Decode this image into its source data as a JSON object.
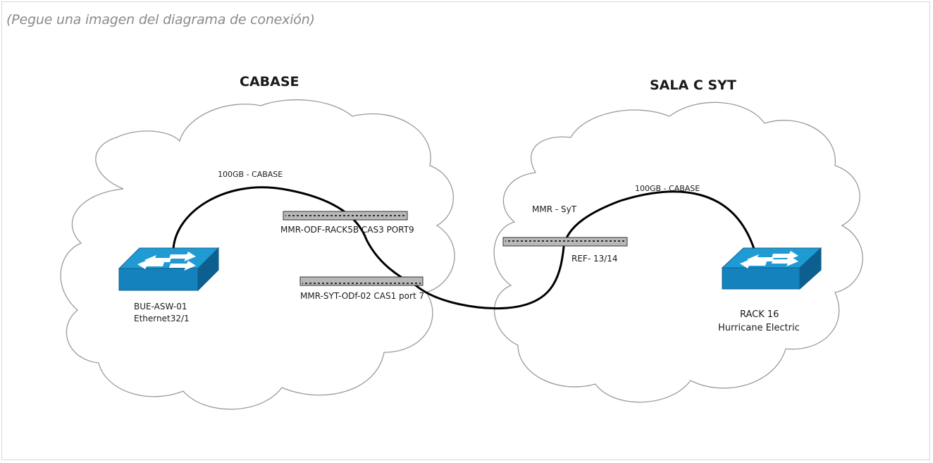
{
  "caption": "(Pegue una imagen del diagrama de conexión)",
  "clouds": {
    "left": {
      "title": "CABASE"
    },
    "right": {
      "title": "SALA C SYT"
    }
  },
  "links": {
    "left_link_label": "100GB  -  CABASE",
    "right_link_label": "100GB  -  CABASE"
  },
  "patch_panels": {
    "odf_rack5b": "MMR-ODF-RACK5B CAS3 PORT9",
    "odf_syt02": "MMR-SYT-ODf-02 CAS1 port 7",
    "mmr_syt_label": "MMR  - SyT",
    "ref_label": "REF- 13/14"
  },
  "switches": {
    "left": {
      "name": "BUE-ASW-01",
      "port": "Ethernet32/1"
    },
    "right": {
      "name": "RACK 16",
      "owner": "Hurricane Electric"
    }
  },
  "colors": {
    "switch_top": "#1f9bd4",
    "switch_front": "#1482bd",
    "switch_side": "#0c5f8e",
    "panel_fill": "#b8b8b8",
    "cable": "#000000",
    "cloud_stroke": "#9a9a9a"
  }
}
